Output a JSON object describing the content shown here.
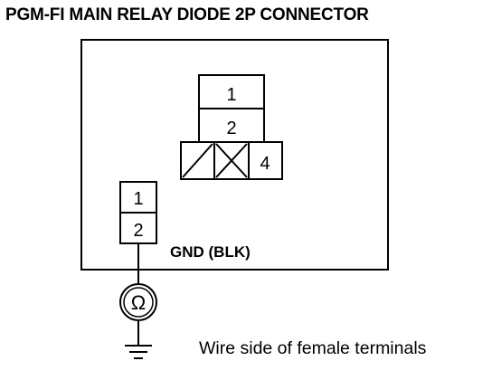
{
  "diagram": {
    "title": "PGM-FI MAIN RELAY DIODE 2P CONNECTOR",
    "caption": "Wire side of female terminals",
    "relay_connector": {
      "terminals": [
        "1",
        "2",
        "4"
      ]
    },
    "gnd_connector": {
      "label": "GND (BLK)",
      "terminals": [
        "1",
        "2"
      ]
    },
    "meter_symbol": "Ω",
    "icons": [
      "ohmmeter-icon",
      "ground-icon"
    ]
  }
}
